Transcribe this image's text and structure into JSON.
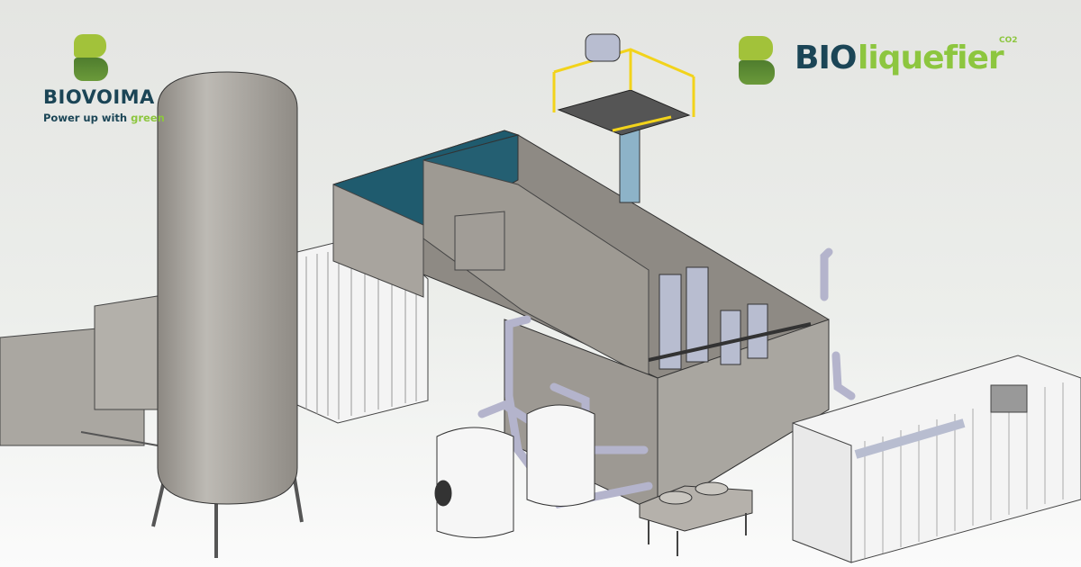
{
  "left_logo": {
    "brand": "BIOVOIMA",
    "tagline_prefix": "Power up with ",
    "tagline_highlight": "green"
  },
  "right_logo": {
    "brand_dark": "BIO",
    "brand_light": "liquefier",
    "superscript": "CO2"
  },
  "colors": {
    "dark_blue": "#1b4556",
    "light_green": "#8dc63f",
    "mark_green_top": "#a2c23a",
    "mark_green_bottom": "#5a8a33",
    "equipment_gray": "#a9a6a0",
    "container_teal": "#1f5b6e",
    "railing_yellow": "#f2d31b"
  }
}
